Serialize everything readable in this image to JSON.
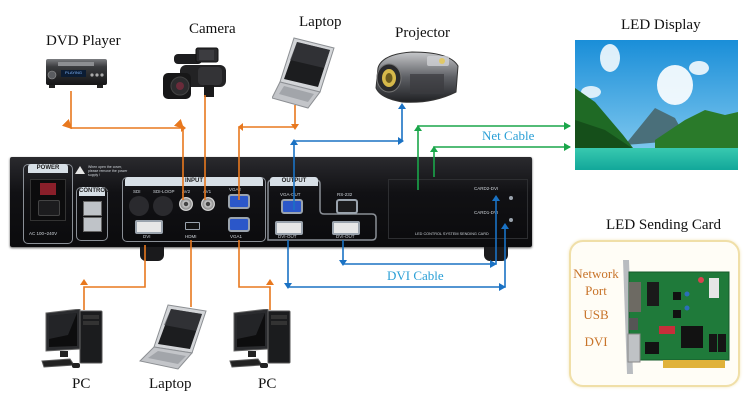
{
  "devices": {
    "dvd_player": {
      "label": "DVD Player",
      "display_text": "PLAYING"
    },
    "camera": {
      "label": "Camera"
    },
    "laptop_top": {
      "label": "Laptop"
    },
    "projector": {
      "label": "Projector"
    },
    "led_display": {
      "label": "LED Display"
    },
    "led_sending_card": {
      "label": "LED Sending Card",
      "ports": [
        "Network",
        "Port",
        "USB",
        "DVI"
      ]
    },
    "pc_left": {
      "label": "PC"
    },
    "laptop_bottom": {
      "label": "Laptop"
    },
    "pc_right": {
      "label": "PC"
    }
  },
  "cables": {
    "net": {
      "label": "Net Cable",
      "color": "#1aa64a"
    },
    "dvi": {
      "label": "DVI Cable",
      "color": "#1a72c4"
    },
    "input": {
      "color": "#e8781e"
    }
  },
  "chassis": {
    "power": {
      "title": "POWER",
      "rating": "AC 100~240V",
      "warning": "When open the cover, please remove the power supply !"
    },
    "control": {
      "title": "CONTROL"
    },
    "input": {
      "title": "INPUT",
      "ports": {
        "sdi": "SDI",
        "sdi_loop": "SDI-LOOP",
        "av2": "AV2",
        "av1": "AV1",
        "vga2": "VGA2",
        "vga1": "VGA1",
        "dvi": "DVI",
        "hdmi": "HDMI"
      }
    },
    "output": {
      "title": "OUTPUT",
      "ports": {
        "vga_out": "VGA-OUT",
        "rs232": "RS-232",
        "dvi_out1": "DVI-OUT",
        "dvi_out2": "DVI-OUT"
      }
    },
    "sending_card": {
      "title": "LED CONTROL SYSTEM SENDING CARD",
      "card2": "CARD2-DVI",
      "card1": "CARD1-DVI"
    }
  }
}
